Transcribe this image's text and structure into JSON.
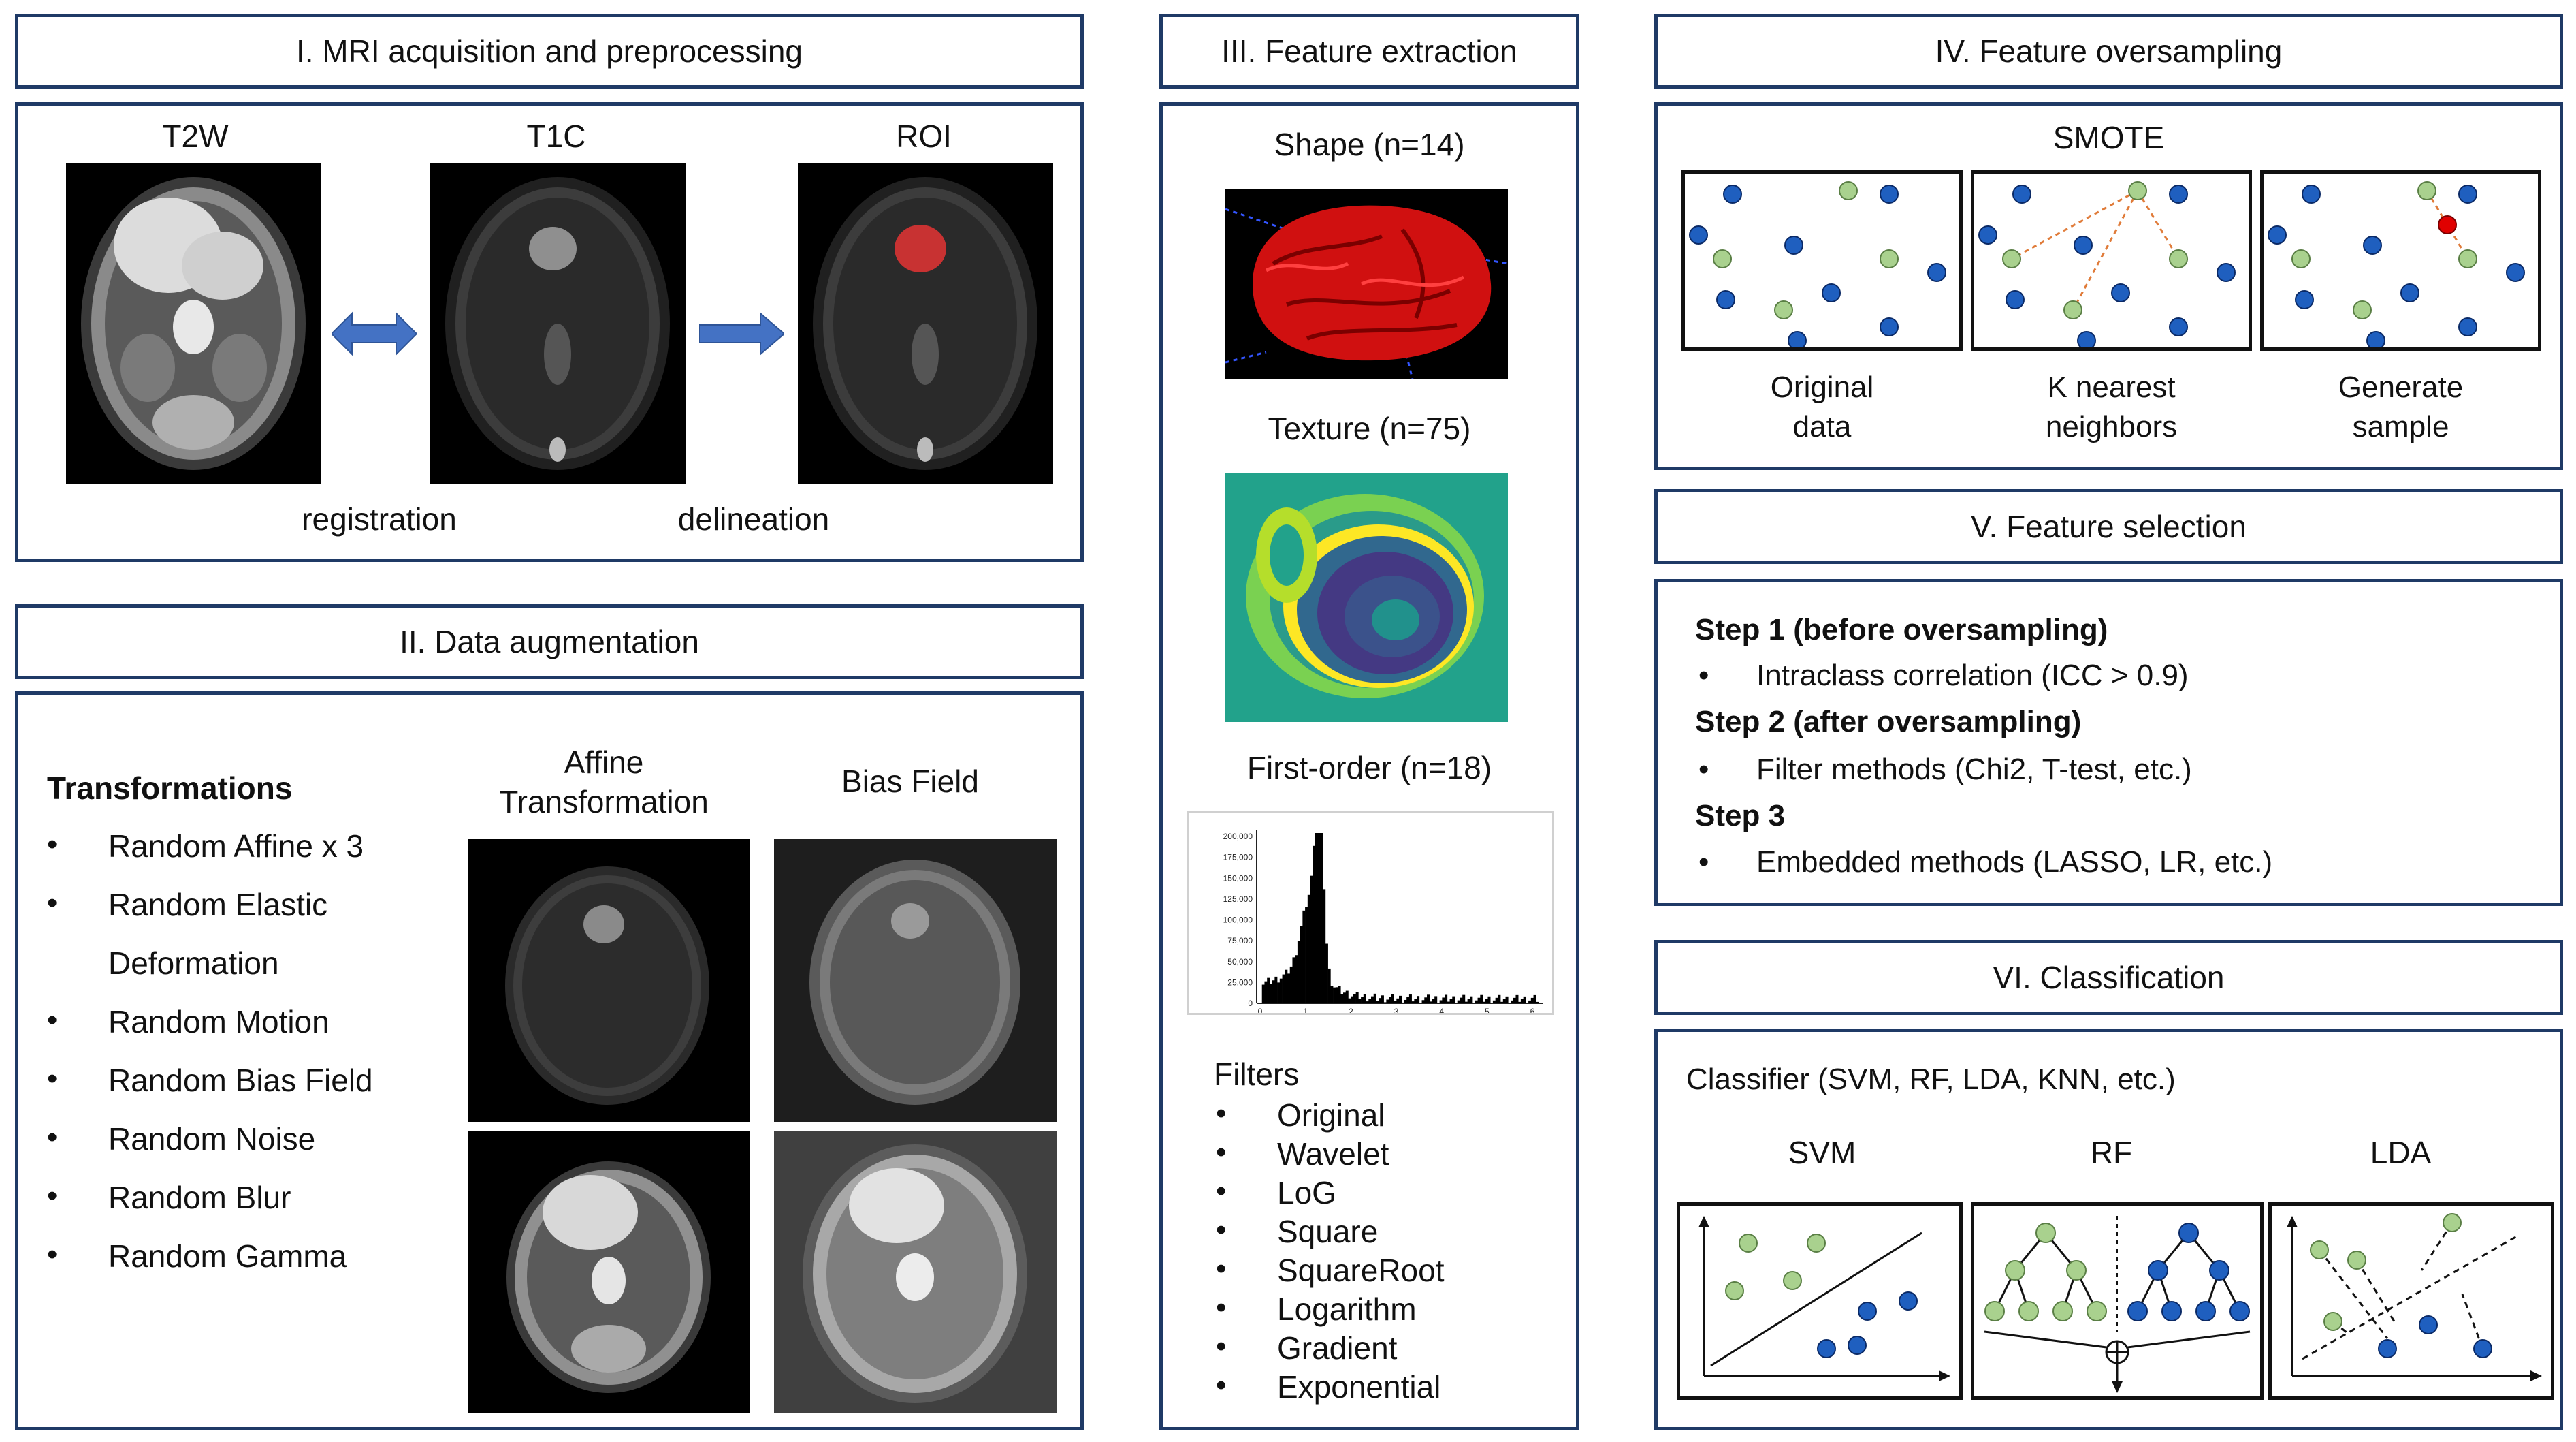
{
  "panels": {
    "mri": {
      "title": "I. MRI acquisition and preprocessing",
      "labels": [
        "T2W",
        "T1C",
        "ROI"
      ],
      "arrow_labels": [
        "registration",
        "delineation"
      ]
    },
    "augmentation": {
      "title": "II. Data augmentation",
      "transforms_heading": "Transformations",
      "transforms": [
        "Random Affine x 3",
        "Random Elastic",
        "Deformation",
        "Random Motion",
        "Random Bias Field",
        "Random Noise",
        "Random Blur",
        "Random Gamma"
      ],
      "col1_line1": "Affine",
      "col1_line2": "Transformation",
      "col2": "Bias Field"
    },
    "features": {
      "title": "III. Feature extraction",
      "shape": "Shape (n=14)",
      "texture": "Texture (n=75)",
      "first_order": "First-order (n=18)",
      "filters_heading": "Filters",
      "filters": [
        "Original",
        "Wavelet",
        "LoG",
        "Square",
        "SquareRoot",
        "Logarithm",
        "Gradient",
        "Exponential"
      ],
      "histogram": {
        "y_ticks": [
          "0",
          "25,000",
          "50,000",
          "75,000",
          "100,000",
          "125,000",
          "150,000",
          "175,000",
          "200,000"
        ],
        "x_ticks": [
          "0",
          "1",
          "2",
          "3",
          "4",
          "5",
          "6"
        ]
      }
    },
    "oversampling": {
      "title": "IV. Feature oversampling",
      "method": "SMOTE",
      "steps": [
        {
          "line1": "Original",
          "line2": "data"
        },
        {
          "line1": "K nearest",
          "line2": "neighbors"
        },
        {
          "line1": "Generate",
          "line2": "sample"
        }
      ]
    },
    "selection": {
      "title": "V. Feature selection",
      "steps": [
        {
          "heading": "Step 1 (before oversampling)",
          "item": "Intraclass correlation (ICC > 0.9)"
        },
        {
          "heading": "Step 2 (after oversampling)",
          "item": "Filter methods (Chi2, T-test, etc.)"
        },
        {
          "heading": "Step 3",
          "item": "Embedded methods (LASSO, LR, etc.)"
        }
      ]
    },
    "classification": {
      "title": "VI. Classification",
      "classifier_line": "Classifier (SVM, RF, LDA, KNN, etc.)",
      "models": [
        "SVM",
        "RF",
        "LDA"
      ]
    }
  },
  "bullet": "•",
  "colors": {
    "border": "#1f3a66",
    "arrow_blue": "#4472c4",
    "point_blue": "#1f5fbf",
    "point_green": "#a9d18e",
    "point_red": "#e00000",
    "dash_orange": "#e07b39"
  }
}
